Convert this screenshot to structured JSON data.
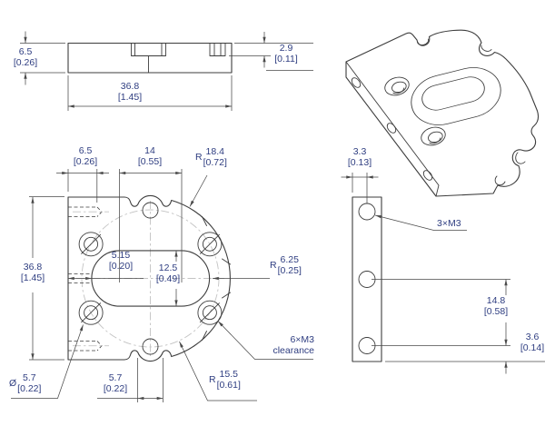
{
  "drawing": {
    "colors": {
      "line": "#3d3d3d",
      "text": "#2e3d80",
      "centerline": "#c3c3c3"
    },
    "views": {
      "top_profile": {
        "height_mm": "6.5",
        "height_in": "[0.26]",
        "width_mm": "36.8",
        "width_in": "[1.45]",
        "step_mm": "2.9",
        "step_in": "[0.11]"
      },
      "front": {
        "edge_hole_depth_mm": "6.5",
        "edge_hole_depth_in": "[0.26]",
        "slot_cc_mm": "14",
        "slot_cc_in": "[0.55]",
        "outer_radius_prefix": "R",
        "outer_radius_mm": "18.4",
        "outer_radius_in": "[0.72]",
        "height_mm": "36.8",
        "height_in": "[1.45]",
        "slot_offset_mm": "5.15",
        "slot_offset_in": "[0.20]",
        "slot_width_mm": "12.5",
        "slot_width_in": "[0.49]",
        "slot_end_radius_prefix": "R",
        "slot_end_radius_mm": "6.25",
        "slot_end_radius_in": "[0.25]",
        "cbore_prefix": "Ø",
        "cbore_mm": "5.7",
        "cbore_in": "[0.22]",
        "boss_width_mm": "5.7",
        "boss_width_in": "[0.22]",
        "bolt_radius_prefix": "R",
        "bolt_radius_mm": "15.5",
        "bolt_radius_in": "[0.61]",
        "hole_note_line1": "6×M3",
        "hole_note_line2": "clearance"
      },
      "side": {
        "hole_offset_mm": "3.3",
        "hole_offset_in": "[0.13]",
        "thread_note": "3×M3",
        "hole_spacing_mm": "14.8",
        "hole_spacing_in": "[0.58]",
        "hole_edge_mm": "3.6",
        "hole_edge_in": "[0.14]"
      }
    }
  }
}
